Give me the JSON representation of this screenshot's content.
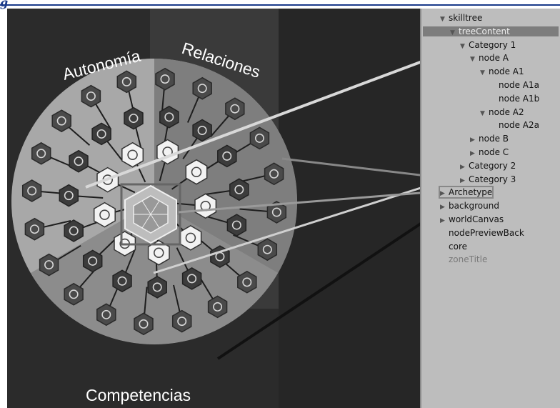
{
  "figure_label": "g",
  "scene": {
    "zones": [
      "Autonomía",
      "Relaciones",
      "Competencias"
    ],
    "node_icons": [
      "heart-icon",
      "ellipsis-icon",
      "dot-icon",
      "play-icon",
      "book-icon",
      "send-icon",
      "gear-icon",
      "cube-icon",
      "diamond-icon",
      "fingerprint-icon",
      "badge-icon",
      "leaf-icon",
      "shield-icon",
      "chat-icon",
      "basket-icon",
      "graduation-cap-icon",
      "magnifier-icon",
      "globe-icon",
      "world-icon",
      "close-icon",
      "puzzle-icon",
      "paper-plane-icon",
      "pencil-icon",
      "rocket-icon",
      "lightbulb-icon",
      "share-icon",
      "smiley-icon",
      "link-icon",
      "hand-icon",
      "chart-icon",
      "window-icon",
      "idea-icon",
      "plus-icon",
      "folder-icon",
      "diamond-icon",
      "people-icon",
      "compass-icon",
      "pie-icon",
      "phone-icon",
      "key-icon",
      "trophy-icon",
      "lock-icon",
      "network-icon",
      "message-icon"
    ],
    "colors": {
      "background": "#2a2a2a",
      "disk": "#9a9a9a",
      "center": "#c8c8c8",
      "highlight": "#555555"
    }
  },
  "hierarchy": {
    "items": [
      {
        "label": "skilltree",
        "depth": 0,
        "arrow": "▼",
        "style": ""
      },
      {
        "label": "treeContent",
        "depth": 1,
        "arrow": "▼",
        "style": "sel"
      },
      {
        "label": "Category 1",
        "depth": 2,
        "arrow": "▼",
        "style": ""
      },
      {
        "label": "node A",
        "depth": 3,
        "arrow": "▼",
        "style": ""
      },
      {
        "label": "node A1",
        "depth": 4,
        "arrow": "▼",
        "style": ""
      },
      {
        "label": "node A1a",
        "depth": 5,
        "arrow": "",
        "style": ""
      },
      {
        "label": "node A1b",
        "depth": 5,
        "arrow": "",
        "style": ""
      },
      {
        "label": "node A2",
        "depth": 4,
        "arrow": "▼",
        "style": ""
      },
      {
        "label": "node A2a",
        "depth": 5,
        "arrow": "",
        "style": ""
      },
      {
        "label": "node B",
        "depth": 3,
        "arrow": "▶",
        "style": ""
      },
      {
        "label": "node C",
        "depth": 3,
        "arrow": "▶",
        "style": ""
      },
      {
        "label": "Category 2",
        "depth": 2,
        "arrow": "▶",
        "style": ""
      },
      {
        "label": "Category 3",
        "depth": 2,
        "arrow": "▶",
        "style": ""
      },
      {
        "label": "Archetype",
        "depth": 0,
        "arrow": "▶",
        "style": "box"
      },
      {
        "label": "background",
        "depth": 0,
        "arrow": "▶",
        "style": ""
      },
      {
        "label": "worldCanvas",
        "depth": 0,
        "arrow": "▶",
        "style": ""
      },
      {
        "label": "nodePreviewBack",
        "depth": 0,
        "arrow": "",
        "style": ""
      },
      {
        "label": "core",
        "depth": 0,
        "arrow": "",
        "style": ""
      },
      {
        "label": "zoneTitle",
        "depth": 0,
        "arrow": "",
        "style": "dim"
      }
    ]
  }
}
